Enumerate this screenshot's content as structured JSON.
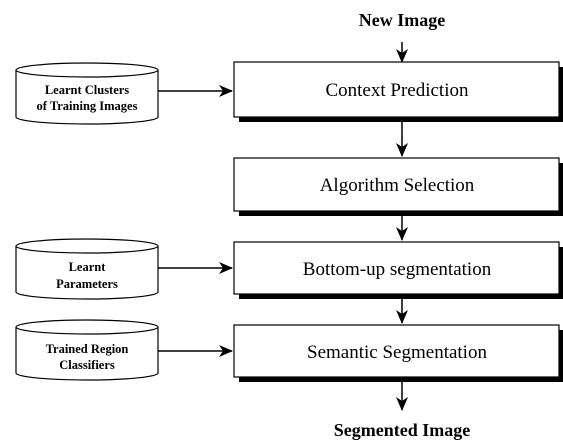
{
  "diagram": {
    "input_label": "New Image",
    "output_label": "Segmented Image",
    "steps": [
      {
        "label": "Context Prediction"
      },
      {
        "label": "Algorithm Selection"
      },
      {
        "label": "Bottom-up segmentation"
      },
      {
        "label": "Semantic Segmentation"
      }
    ],
    "data_stores": [
      {
        "line1": "Learnt Clusters",
        "line2": "of Training Images",
        "feeds_step": "Context Prediction"
      },
      {
        "line1": "Learnt",
        "line2": "Parameters",
        "feeds_step": "Bottom-up segmentation"
      },
      {
        "line1": "Trained Region",
        "line2": "Classifiers",
        "feeds_step": "Semantic Segmentation"
      }
    ]
  }
}
